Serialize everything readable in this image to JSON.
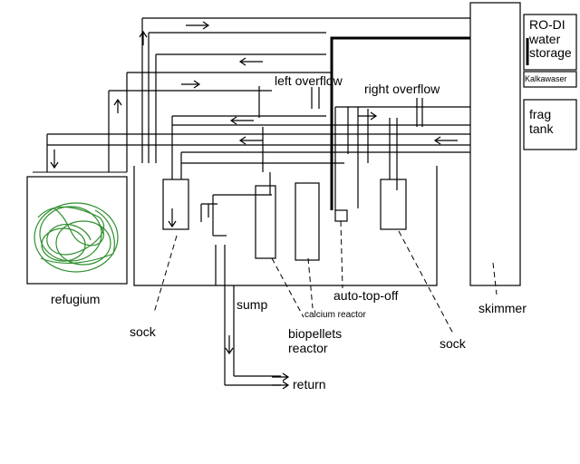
{
  "labels": {
    "ro_di": [
      "RO-DI",
      "water",
      "storage"
    ],
    "kalkawaser": "Kalkawaser",
    "frag_tank": [
      "frag",
      "tank"
    ],
    "left_overflow": "left overflow",
    "right_overflow": "right overflow",
    "refugium": "refugium",
    "sock_left": "sock",
    "sump": "sump",
    "calcium_reactor": "calcium reactor",
    "biopellets_reactor": [
      "biopellets",
      "reactor"
    ],
    "auto_top_off": "auto-top-off",
    "skimmer": "skimmer",
    "sock_right": "sock",
    "return": "return"
  },
  "colors": {
    "line": "#000000",
    "algae": "#2f8f2f"
  }
}
